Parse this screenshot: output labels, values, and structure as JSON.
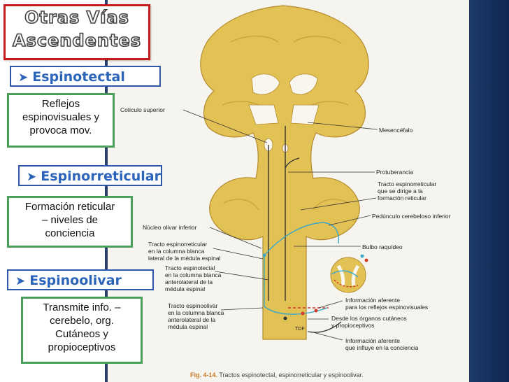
{
  "title": {
    "line1": "Otras Vías",
    "line2": "Ascendentes"
  },
  "sections": {
    "espinotectal": {
      "label": "Espinotectal",
      "note": [
        "Reflejos",
        "espinovisuales y",
        "provoca mov."
      ]
    },
    "espinorreticular": {
      "label": "Espinorreticular",
      "note": [
        "Formación reticular",
        "– niveles de",
        "conciencia"
      ]
    },
    "espinoolivar": {
      "label": "Espinoolivar",
      "note": [
        "Transmite info. –",
        "cerebelo, org.",
        "Cutáneos y",
        "propioceptivos"
      ]
    }
  },
  "labels": {
    "coliculo": "Colículo superior",
    "mesencefalo": "Mesencéfalo",
    "protuberancia": "Protuberancia",
    "tracto_er_1": "Tracto espinorreticular",
    "tracto_er_2": "que se dirige a la",
    "tracto_er_3": "formación reticular",
    "pedunculo": "Pedúnculo cerebeloso inferior",
    "nucleo": "Núcleo olivar inferior",
    "er_col_1": "Tracto espinorreticular",
    "er_col_2": "en la columna blanca",
    "er_col_3": "lateral de la médula espinal",
    "bulbo": "Bulbo raquídeo",
    "et_1": "Tracto espinotectal",
    "et_2": "en la columna blanca",
    "et_3": "anterolateral de la",
    "et_4": "médula espinal",
    "eo_1": "Tracto espinoolivar",
    "eo_2": "en la columna blanca",
    "eo_3": "anterolateral de la",
    "eo_4": "médula espinal",
    "info1_1": "Información aferente",
    "info1_2": "para los reflejos espinovisuales",
    "organos_1": "Desde los órganos cutáneos",
    "organos_2": "y propioceptivos",
    "info2_1": "Información aferente",
    "info2_2": "que influye en la conciencia",
    "tdf": "TDF"
  },
  "caption": {
    "fig": "Fig. 4-14.",
    "text": "Tractos espinotectal, espinorreticular y espinoolivar."
  },
  "colors": {
    "brain": "#e2c155",
    "brain_dark": "#cfa942",
    "accent_red": "#c41d1d",
    "accent_blue": "#2b58a8",
    "accent_green": "#4aa05a",
    "tract_teal": "#3aa7c8",
    "tract_red": "#d23a2a"
  }
}
